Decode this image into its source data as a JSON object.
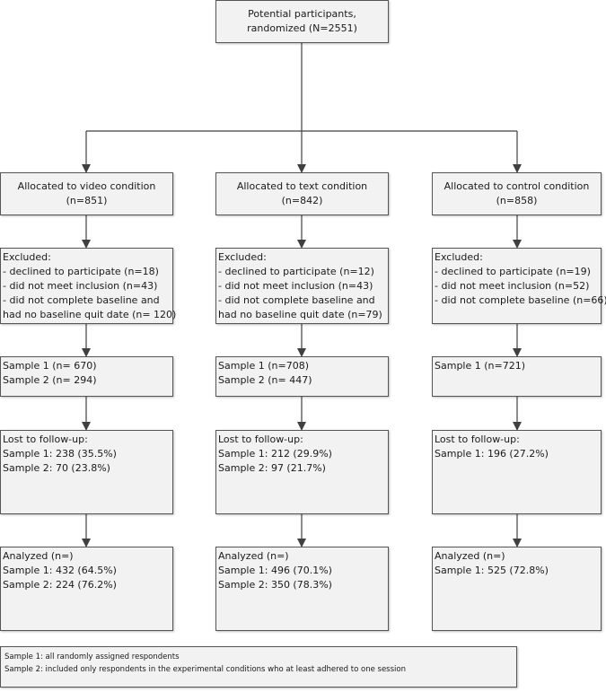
{
  "top": {
    "lines": [
      "Potential participants,",
      "randomized (N=2551)"
    ]
  },
  "columns": [
    {
      "allocated": [
        "Allocated to video condition",
        "(n=851)"
      ],
      "excluded": [
        "Excluded:",
        "- declined to participate (n=18)",
        "- did not meet inclusion (n=43)",
        "- did not complete baseline and",
        "had no baseline quit date (n= 120)"
      ],
      "sample": [
        "Sample 1 (n= 670)",
        "Sample 2 (n= 294)"
      ],
      "lost": [
        "Lost to follow-up:",
        "Sample 1: 238 (35.5%)",
        "Sample 2: 70 (23.8%)"
      ],
      "analyzed": [
        "Analyzed (n=)",
        "Sample 1: 432 (64.5%)",
        "Sample 2: 224 (76.2%)"
      ]
    },
    {
      "allocated": [
        "Allocated to text condition",
        "(n=842)"
      ],
      "excluded": [
        "Excluded:",
        "- declined to participate (n=12)",
        "- did not meet inclusion (n=43)",
        "- did not complete baseline and",
        "had no baseline quit date (n=79)"
      ],
      "sample": [
        "Sample 1 (n=708)",
        "Sample 2 (n= 447)"
      ],
      "lost": [
        "Lost to follow-up:",
        "Sample 1: 212 (29.9%)",
        "Sample 2: 97 (21.7%)"
      ],
      "analyzed": [
        "Analyzed (n=)",
        "Sample 1: 496 (70.1%)",
        "Sample 2: 350 (78.3%)"
      ]
    },
    {
      "allocated": [
        "Allocated to control condition",
        "(n=858)"
      ],
      "excluded": [
        "Excluded:",
        "- declined to participate (n=19)",
        "- did not meet inclusion (n=52)",
        "- did not complete baseline (n=66)"
      ],
      "sample": [
        "Sample 1 (n=721)"
      ],
      "lost": [
        "Lost to follow-up:",
        "Sample 1: 196 (27.2%)"
      ],
      "analyzed": [
        "Analyzed (n=)",
        "Sample 1: 525 (72.8%)"
      ]
    }
  ],
  "legend": [
    "Sample 1: all randomly assigned respondents",
    "Sample 2: included only respondents in the experimental conditions who at least adhered to one session"
  ],
  "colors": {
    "box_fill": "#f2f2f2",
    "box_border": "#555555",
    "connector": "#404040"
  }
}
